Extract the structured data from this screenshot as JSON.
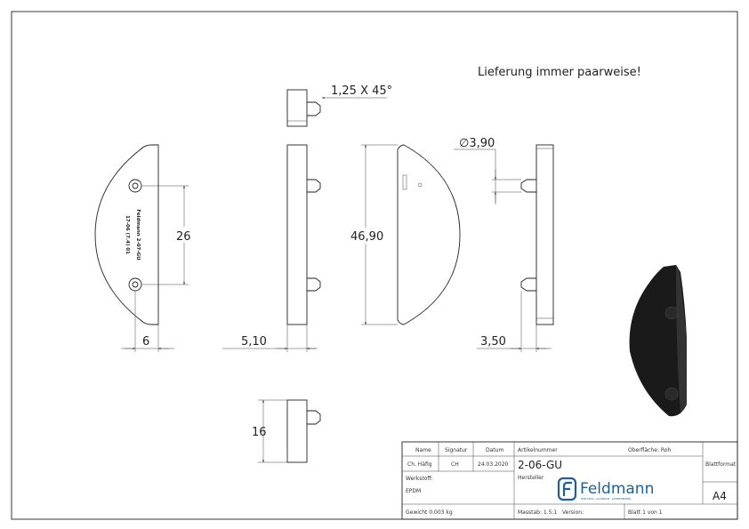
{
  "note": "Lieferung immer paarweise!",
  "dimensions": {
    "chamfer": "1,25 X 45°",
    "hole_spacing": "26",
    "hole_edge": "6",
    "thickness": "5,10",
    "height": "46,90",
    "pin_diameter": "∅3,90",
    "pin_length": "3,50",
    "width": "16"
  },
  "engraving": [
    "17-06 (7.4) 01",
    "Feldmann 2-07-GU"
  ],
  "title_block": {
    "name_label": "Name",
    "signature_label": "Signatur",
    "date_label": "Datum",
    "article_label": "Artikelnummer",
    "surface": "Oberfläche:  Roh",
    "name": "Ch. Häfig",
    "signature": "CH",
    "date": "24.03.2020",
    "article_number": "2-06-GU",
    "material_label": "Werkstoff:",
    "material": "EPDM",
    "manufacturer_label": "Hersteller",
    "logo_text": "Feldmann",
    "logo_subtitle": "EDELSTAHL · ALUMINIUM · SCHMIEDEEISEN",
    "format_label": "Blattformat",
    "format": "A4",
    "weight": "Gewicht 0.003 kg",
    "scale": "Masstab: 1.5:1",
    "version": "Version:",
    "sheet": "Blatt 1 von 1"
  },
  "colors": {
    "logo": "#1f5f95",
    "render": "#1a1a1a"
  }
}
